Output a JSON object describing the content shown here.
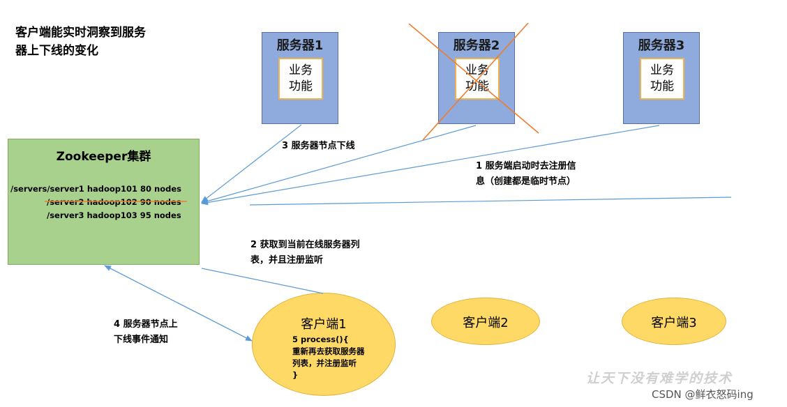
{
  "header_note": [
    "客户端能实时洞察到服务",
    "器上下线的变化"
  ],
  "servers": [
    {
      "title": "服务器1",
      "func": [
        "业务",
        "功能"
      ],
      "offline": false
    },
    {
      "title": "服务器2",
      "func": [
        "业务",
        "功能"
      ],
      "offline": true
    },
    {
      "title": "服务器3",
      "func": [
        "业务",
        "功能"
      ],
      "offline": false
    }
  ],
  "zookeeper": {
    "title": "Zookeeper集群",
    "lines": [
      "/servers/server1   hadoop101   80 nodes",
      "/server2  hadoop102   90 nodes",
      "/server3  hadoop103   95 nodes"
    ]
  },
  "steps": {
    "step1": [
      "1  服务端启动时去注册信",
      "息（创建都是临时节点）"
    ],
    "step2": [
      "2  获取到当前在线服务器列",
      "表，并且注册监听"
    ],
    "step3": "3  服务器节点下线",
    "step4": [
      "4  服务器节点上",
      "下线事件通知"
    ]
  },
  "clients": [
    {
      "title": "客户端1",
      "code": [
        "5 process(){",
        "重新再去获取服务器",
        "列表，并注册监听",
        "}"
      ]
    },
    {
      "title": "客户端2"
    },
    {
      "title": "客户端3"
    }
  ],
  "watermark": "让天下没有难学的技术",
  "credit": "CSDN @鲜衣怒码ing",
  "colors": {
    "server_fill": "#8faadc",
    "inner_border": "#f0b24a",
    "zookeeper_fill": "#a9d18e",
    "client_fill": "#ffd966",
    "arrow": "#5b9bd5",
    "strike": "#ed7d31"
  }
}
